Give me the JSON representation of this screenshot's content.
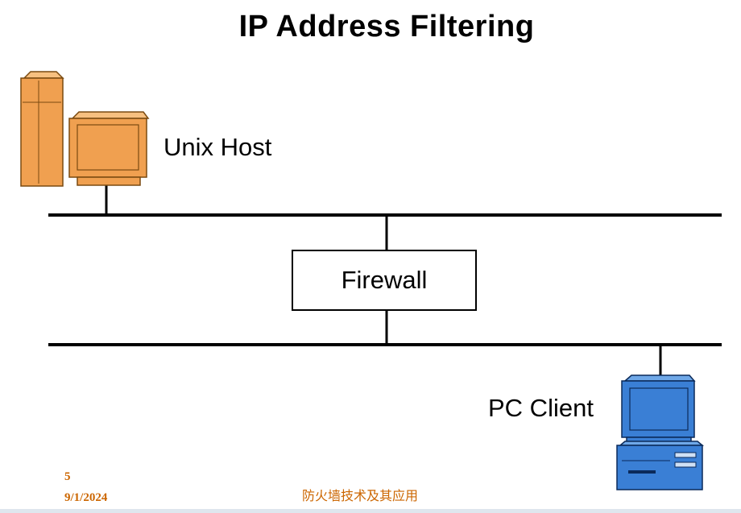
{
  "title": "IP Address Filtering",
  "nodes": {
    "unix_host": "Unix Host",
    "firewall": "Firewall",
    "pc_client": "PC Client"
  },
  "footer": {
    "page_number": "5",
    "date": "9/1/2024",
    "center_text": "防火墙技术及其应用"
  },
  "colors": {
    "unix_host": "#f0a050",
    "pc_client": "#3a7fd5",
    "footer_text": "#cc6600"
  }
}
